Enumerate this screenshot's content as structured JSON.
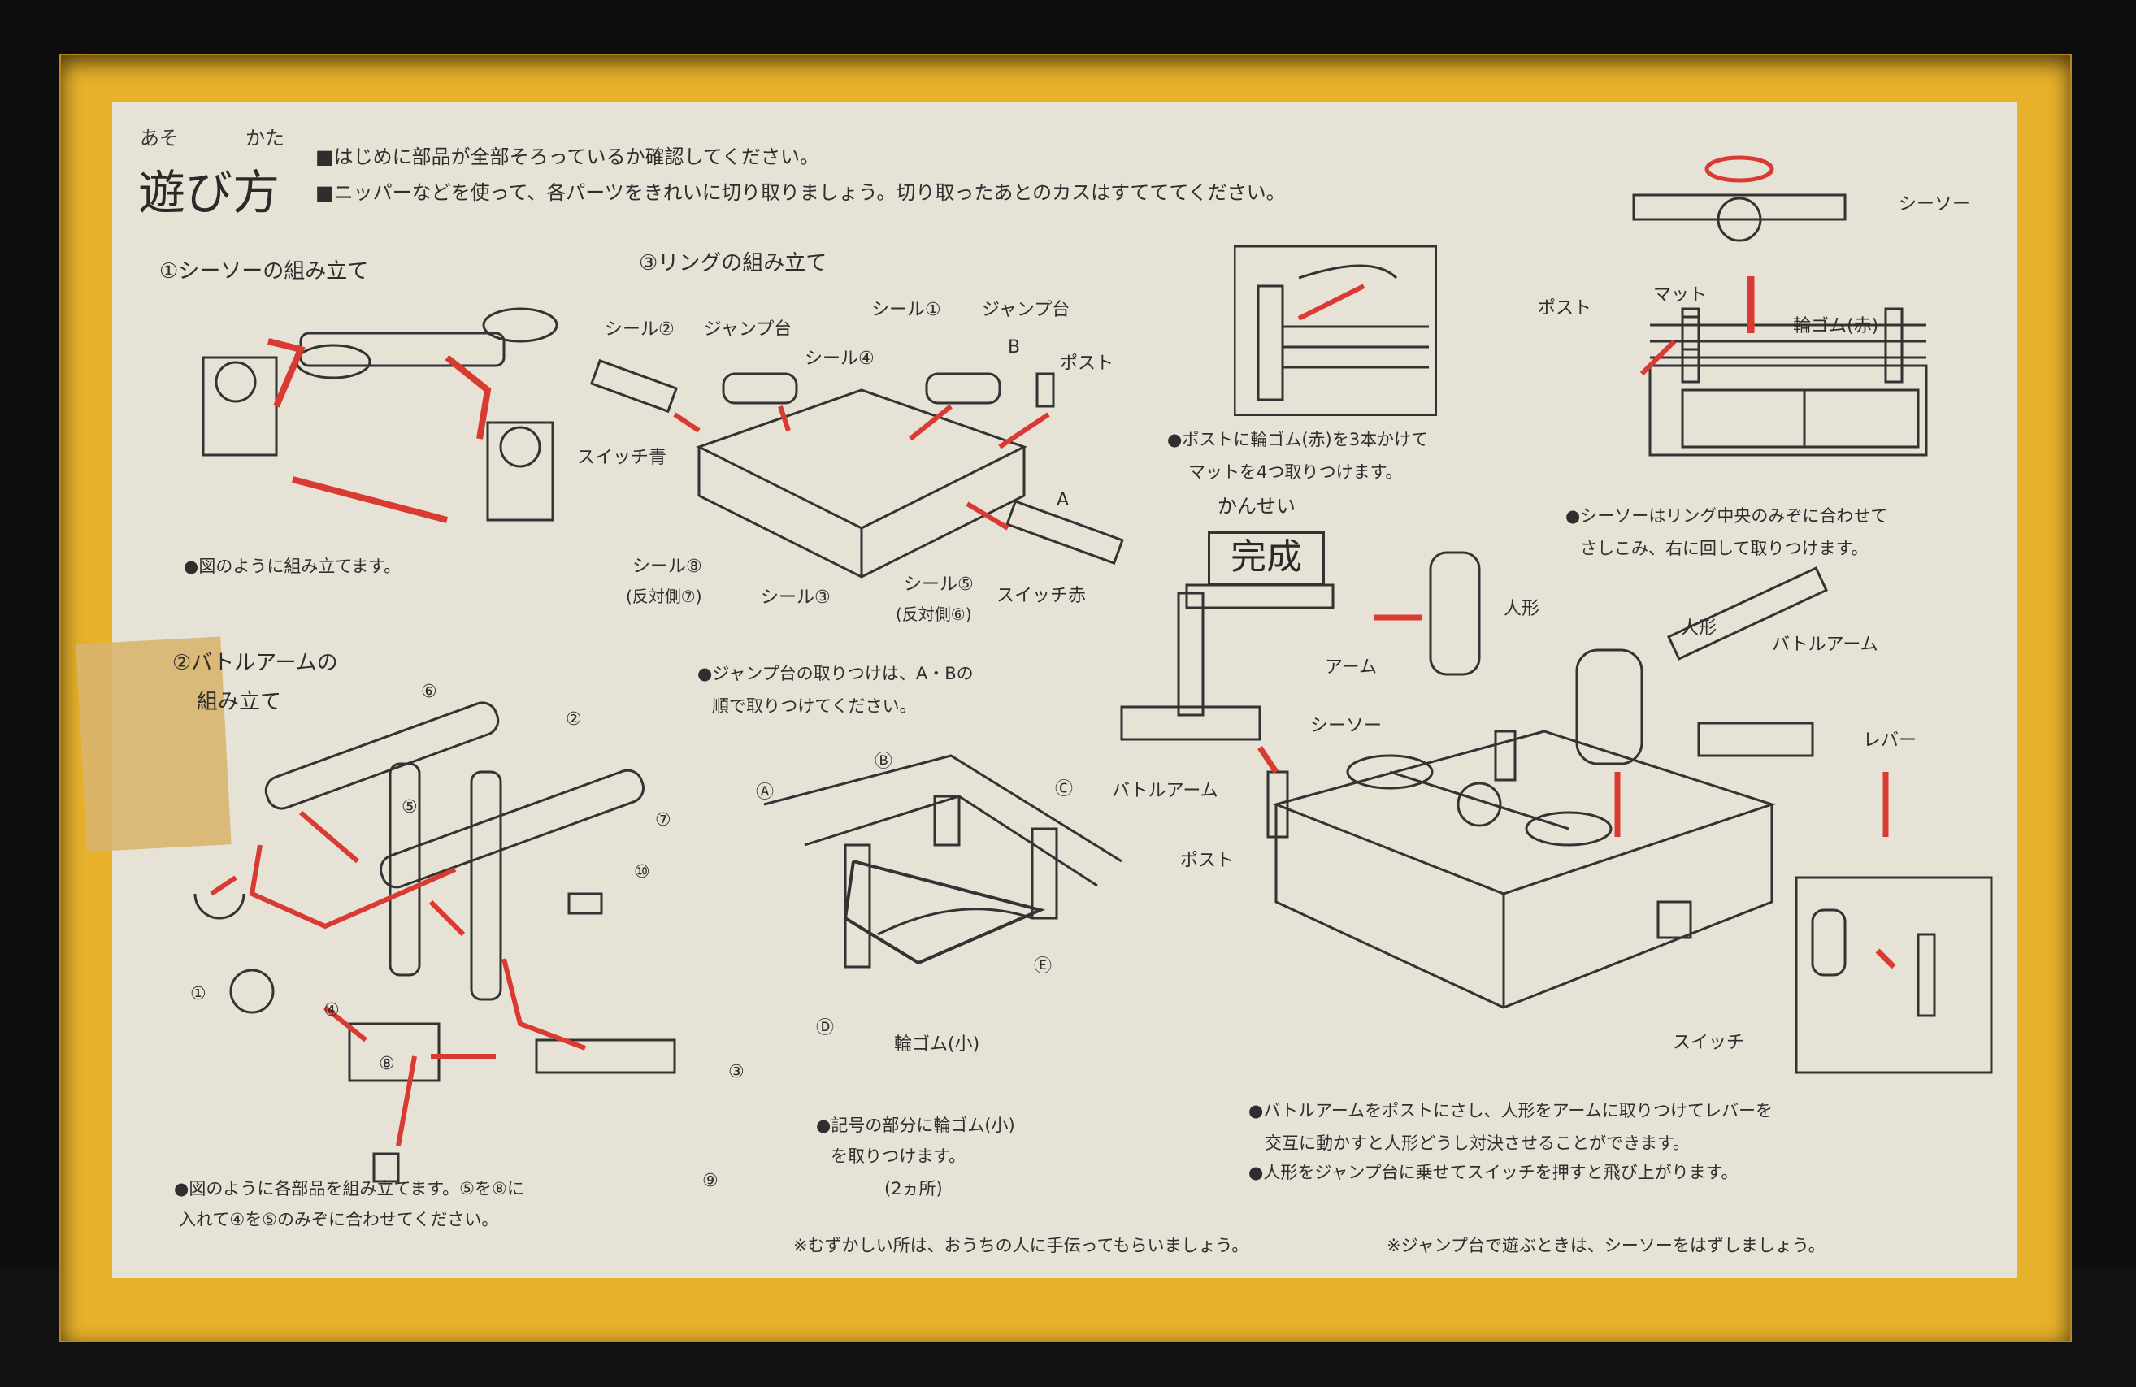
{
  "title": {
    "main": "遊び方",
    "ruby_1": "あそ",
    "ruby_2": "かた"
  },
  "intro": [
    "■はじめに部品が全部そろっているか確認してください。",
    "■ニッパーなどを使って、各パーツをきれいに切り取りましょう。切り取ったあとのカスはすてててください。"
  ],
  "step1": {
    "heading": "①シーソーの組み立て",
    "note": "●図のように組み立てます。"
  },
  "step2": {
    "heading_line1": "②バトルアームの",
    "heading_line2": "組み立て",
    "part_numbers": [
      "⑥",
      "②",
      "⑤",
      "⑦",
      "⑩",
      "①",
      "④",
      "⑧",
      "③",
      "⑨"
    ],
    "note_line1": "●図のように各部品を組み立てます。⑤を⑧に",
    "note_line2": "入れて④を⑤のみぞに合わせてください。"
  },
  "step3": {
    "heading": "③リングの組み立て",
    "labels": {
      "seal2": "シール②",
      "jump_left": "ジャンプ台",
      "seal1": "シール①",
      "jump_right": "ジャンプ台",
      "seal4": "シール④",
      "b": "B",
      "post": "ポスト",
      "switch_blue": "スイッチ青",
      "a": "A",
      "seal8": "シール⑧",
      "seal8_sub": "(反対側⑦)",
      "seal3": "シール③",
      "seal5": "シール⑤",
      "seal5_sub": "(反対側⑥)",
      "switch_red": "スイッチ赤"
    },
    "note_line1": "●ジャンプ台の取りつけは、A・Bの",
    "note_line2": "順で取りつけてください。"
  },
  "rubber": {
    "markers": [
      "Ⓐ",
      "Ⓑ",
      "Ⓒ",
      "Ⓓ",
      "Ⓔ"
    ],
    "label": "輪ゴム(小)",
    "note_line1": "●記号の部分に輪ゴム(小)",
    "note_line2": "を取りつけます。",
    "note_line3": "(2ヵ所)"
  },
  "post_setup": {
    "note_line1": "●ポストに輪ゴム(赤)を3本かけて",
    "note_line2": "マットを4つ取りつけます。"
  },
  "seesaw_install": {
    "labels": {
      "seesaw": "シーソー",
      "mat": "マット",
      "post": "ポスト",
      "rubber_red": "輪ゴム(赤)"
    },
    "note_line1": "●シーソーはリング中央のみぞに合わせて",
    "note_line2": "さしこみ、右に回して取りつけます。"
  },
  "complete": {
    "ruby": "かんせい",
    "label": "完成",
    "labels": {
      "doll_top": "人形",
      "arm": "アーム",
      "doll": "人形",
      "battle_arm_right": "バトルアーム",
      "seesaw": "シーソー",
      "lever": "レバー",
      "battle_arm": "バトルアーム",
      "post": "ポスト",
      "switch": "スイッチ"
    }
  },
  "play_notes": [
    "●バトルアームをポストにさし、人形をアームに取りつけてレバーを",
    "交互に動かすと人形どうし対決させることができます。",
    "●人形をジャンプ台に乗せてスイッチを押すと飛び上がります。"
  ],
  "footer": {
    "left": "※むずかしい所は、おうちの人に手伝ってもらいましょう。",
    "right": "※ジャンプ台で遊ぶときは、シーソーをはずしましょう。"
  },
  "colors": {
    "box_yellow": "#e7b12b",
    "paper": "#e6e2d6",
    "arrow_red": "#d93a32",
    "ink": "#2e2e2e"
  }
}
